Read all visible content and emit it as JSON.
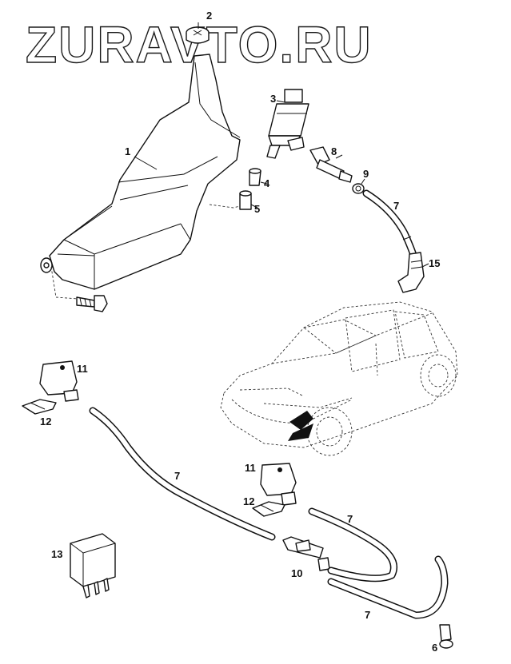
{
  "watermark": "ZURAVTO.RU",
  "callouts": {
    "c1": "1",
    "c2": "2",
    "c3": "3",
    "c4": "4",
    "c5": "5",
    "c6": "6",
    "c7a": "7",
    "c7b": "7",
    "c7c": "7",
    "c7d": "7",
    "c8": "8",
    "c9": "9",
    "c10": "10",
    "c11a": "11",
    "c11b": "11",
    "c12a": "12",
    "c12b": "12",
    "c13": "13",
    "c15": "15"
  }
}
